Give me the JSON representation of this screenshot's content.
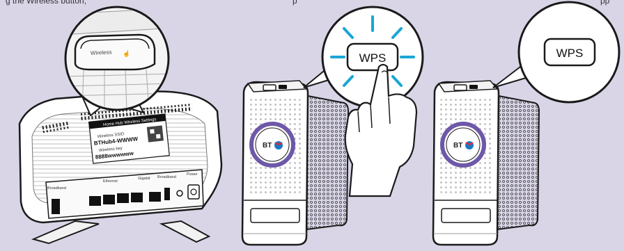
{
  "caption": {
    "left": "g the Wireless button,",
    "mid": "p",
    "right": "pp"
  },
  "router": {
    "callout_label": "Wireless",
    "sticker_title": "Home Hub Wireless Settings",
    "ssid_label": "Wireless SSID",
    "ssid_value": "BTHub4-WWWW",
    "key_label": "Wireless key",
    "key_value": "8888wwwwww",
    "port_labels": [
      "Broadband",
      "Ethernet",
      "Gigabit",
      "Broadband",
      "Power"
    ]
  },
  "panel_press": {
    "wps_label": "WPS",
    "device_logo": "BT"
  },
  "panel_done": {
    "wps_label": "WPS",
    "device_logo": "BT"
  },
  "colors": {
    "background": "#d9d5e7",
    "accent_blue": "#1aa6d6",
    "bt_purple": "#6e58a8",
    "outline": "#1a1a1a"
  }
}
